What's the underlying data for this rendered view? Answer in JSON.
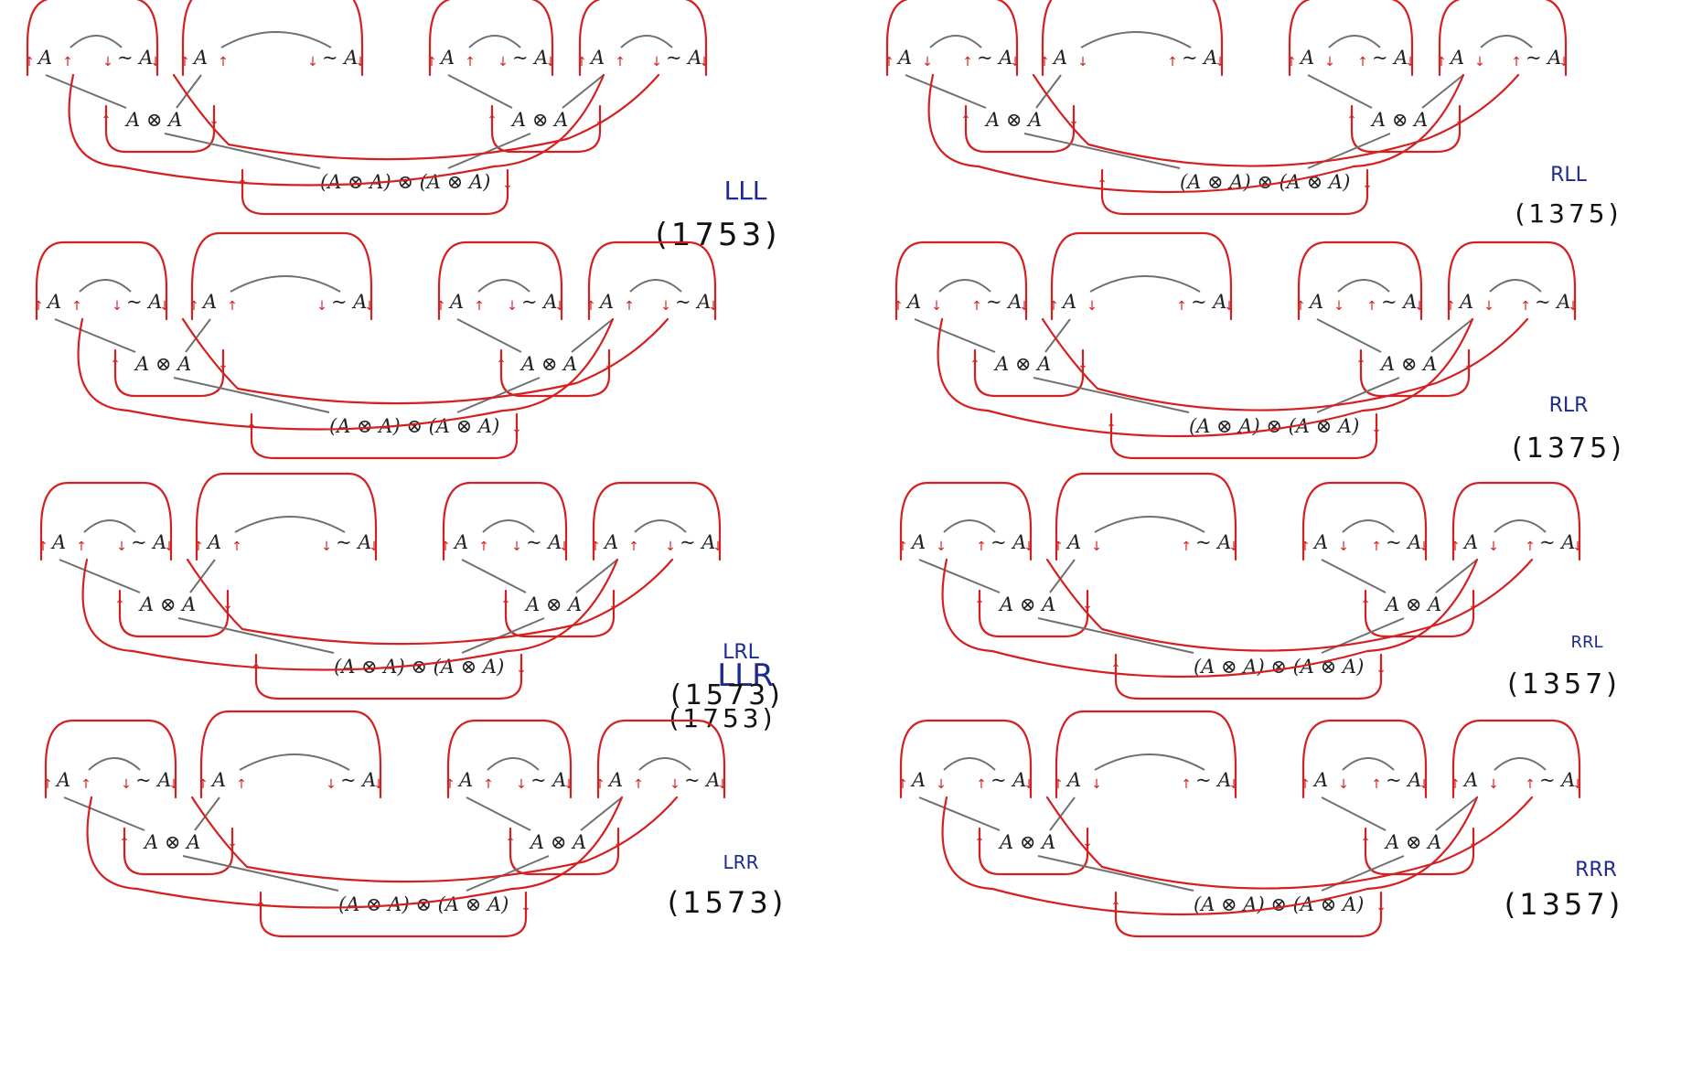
{
  "symbols": {
    "a": "A",
    "neg": "~ A",
    "pair": "A ⊗ A",
    "root": "(A ⊗ A) ⊗ (A ⊗ A)"
  },
  "panels": [
    {
      "label": "LLL",
      "code": "(1753)"
    },
    {
      "label": "RLL",
      "code": "(1375)"
    },
    {
      "label": "LLR",
      "code": "(1753)"
    },
    {
      "label": "RLR",
      "code": "(1375)"
    },
    {
      "label": "LRL",
      "code": "(1573)"
    },
    {
      "label": "RRL",
      "code": "(1357)"
    },
    {
      "label": "LRR",
      "code": "(1573)"
    },
    {
      "label": "RRR",
      "code": "(1357)"
    }
  ],
  "colors": {
    "loop": "#d42020",
    "links": "#707070",
    "label": "#1d2a8f",
    "text": "#222222"
  }
}
